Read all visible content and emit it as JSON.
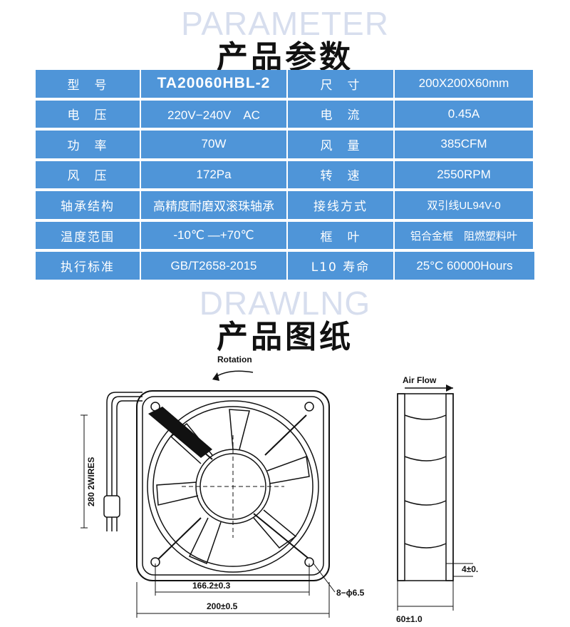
{
  "sections": {
    "parameter_watermark": "PARAMETER",
    "parameter_title": "产品参数",
    "drawing_watermark": "DRAWLNG",
    "drawing_title": "产品图纸"
  },
  "specs": [
    [
      "型　号",
      "TA20060HBL-2",
      "尺　寸",
      "200X200X60mm"
    ],
    [
      "电　压",
      "220V−240V　AC",
      "电　流",
      "0.45A"
    ],
    [
      "功　率",
      "70W",
      "风　量",
      "385CFM"
    ],
    [
      "风　压",
      "172Pa",
      "转　速",
      "2550RPM"
    ],
    [
      "轴承结构",
      "高精度耐磨双滚珠轴承",
      "接线方式",
      "双引线UL94V-0"
    ],
    [
      "温度范围",
      "-10℃ —+70℃",
      "框　叶",
      "铝合金框　阻燃塑料叶"
    ],
    [
      "执行标准",
      "GB/T2658-2015",
      "L10 寿命",
      "25°C  60000Hours"
    ]
  ],
  "drawing": {
    "rotation_label": "Rotation",
    "airflow_label": "Air Flow",
    "wires_label": "280 2WIRES",
    "dim_inner": "166.2±0.3",
    "dim_outer": "200±0.5",
    "dim_hole": "8−ϕ6.5",
    "dim_depth": "60±1.0",
    "dim_flange": "4±0."
  }
}
